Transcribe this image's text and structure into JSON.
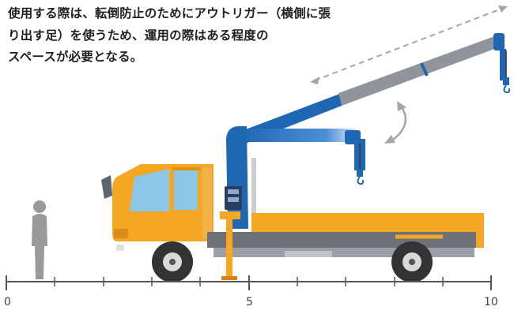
{
  "caption": {
    "lines": [
      "使用する際は、転倒防止のためにアウトリガー（横側に張",
      "り出す足）を使うため、運用の際はある程度の",
      "スペースが必要となる。"
    ]
  },
  "scale": {
    "labels": [
      "0",
      "5",
      "10"
    ]
  },
  "colors": {
    "truck_body": "#f5a623",
    "crane_blue": "#1f66b3",
    "boom_gray": "#8f959b",
    "arrow_gray": "#a6a6a6",
    "person_gray": "#9a9a9a",
    "hook_blue": "#1f66b3"
  }
}
